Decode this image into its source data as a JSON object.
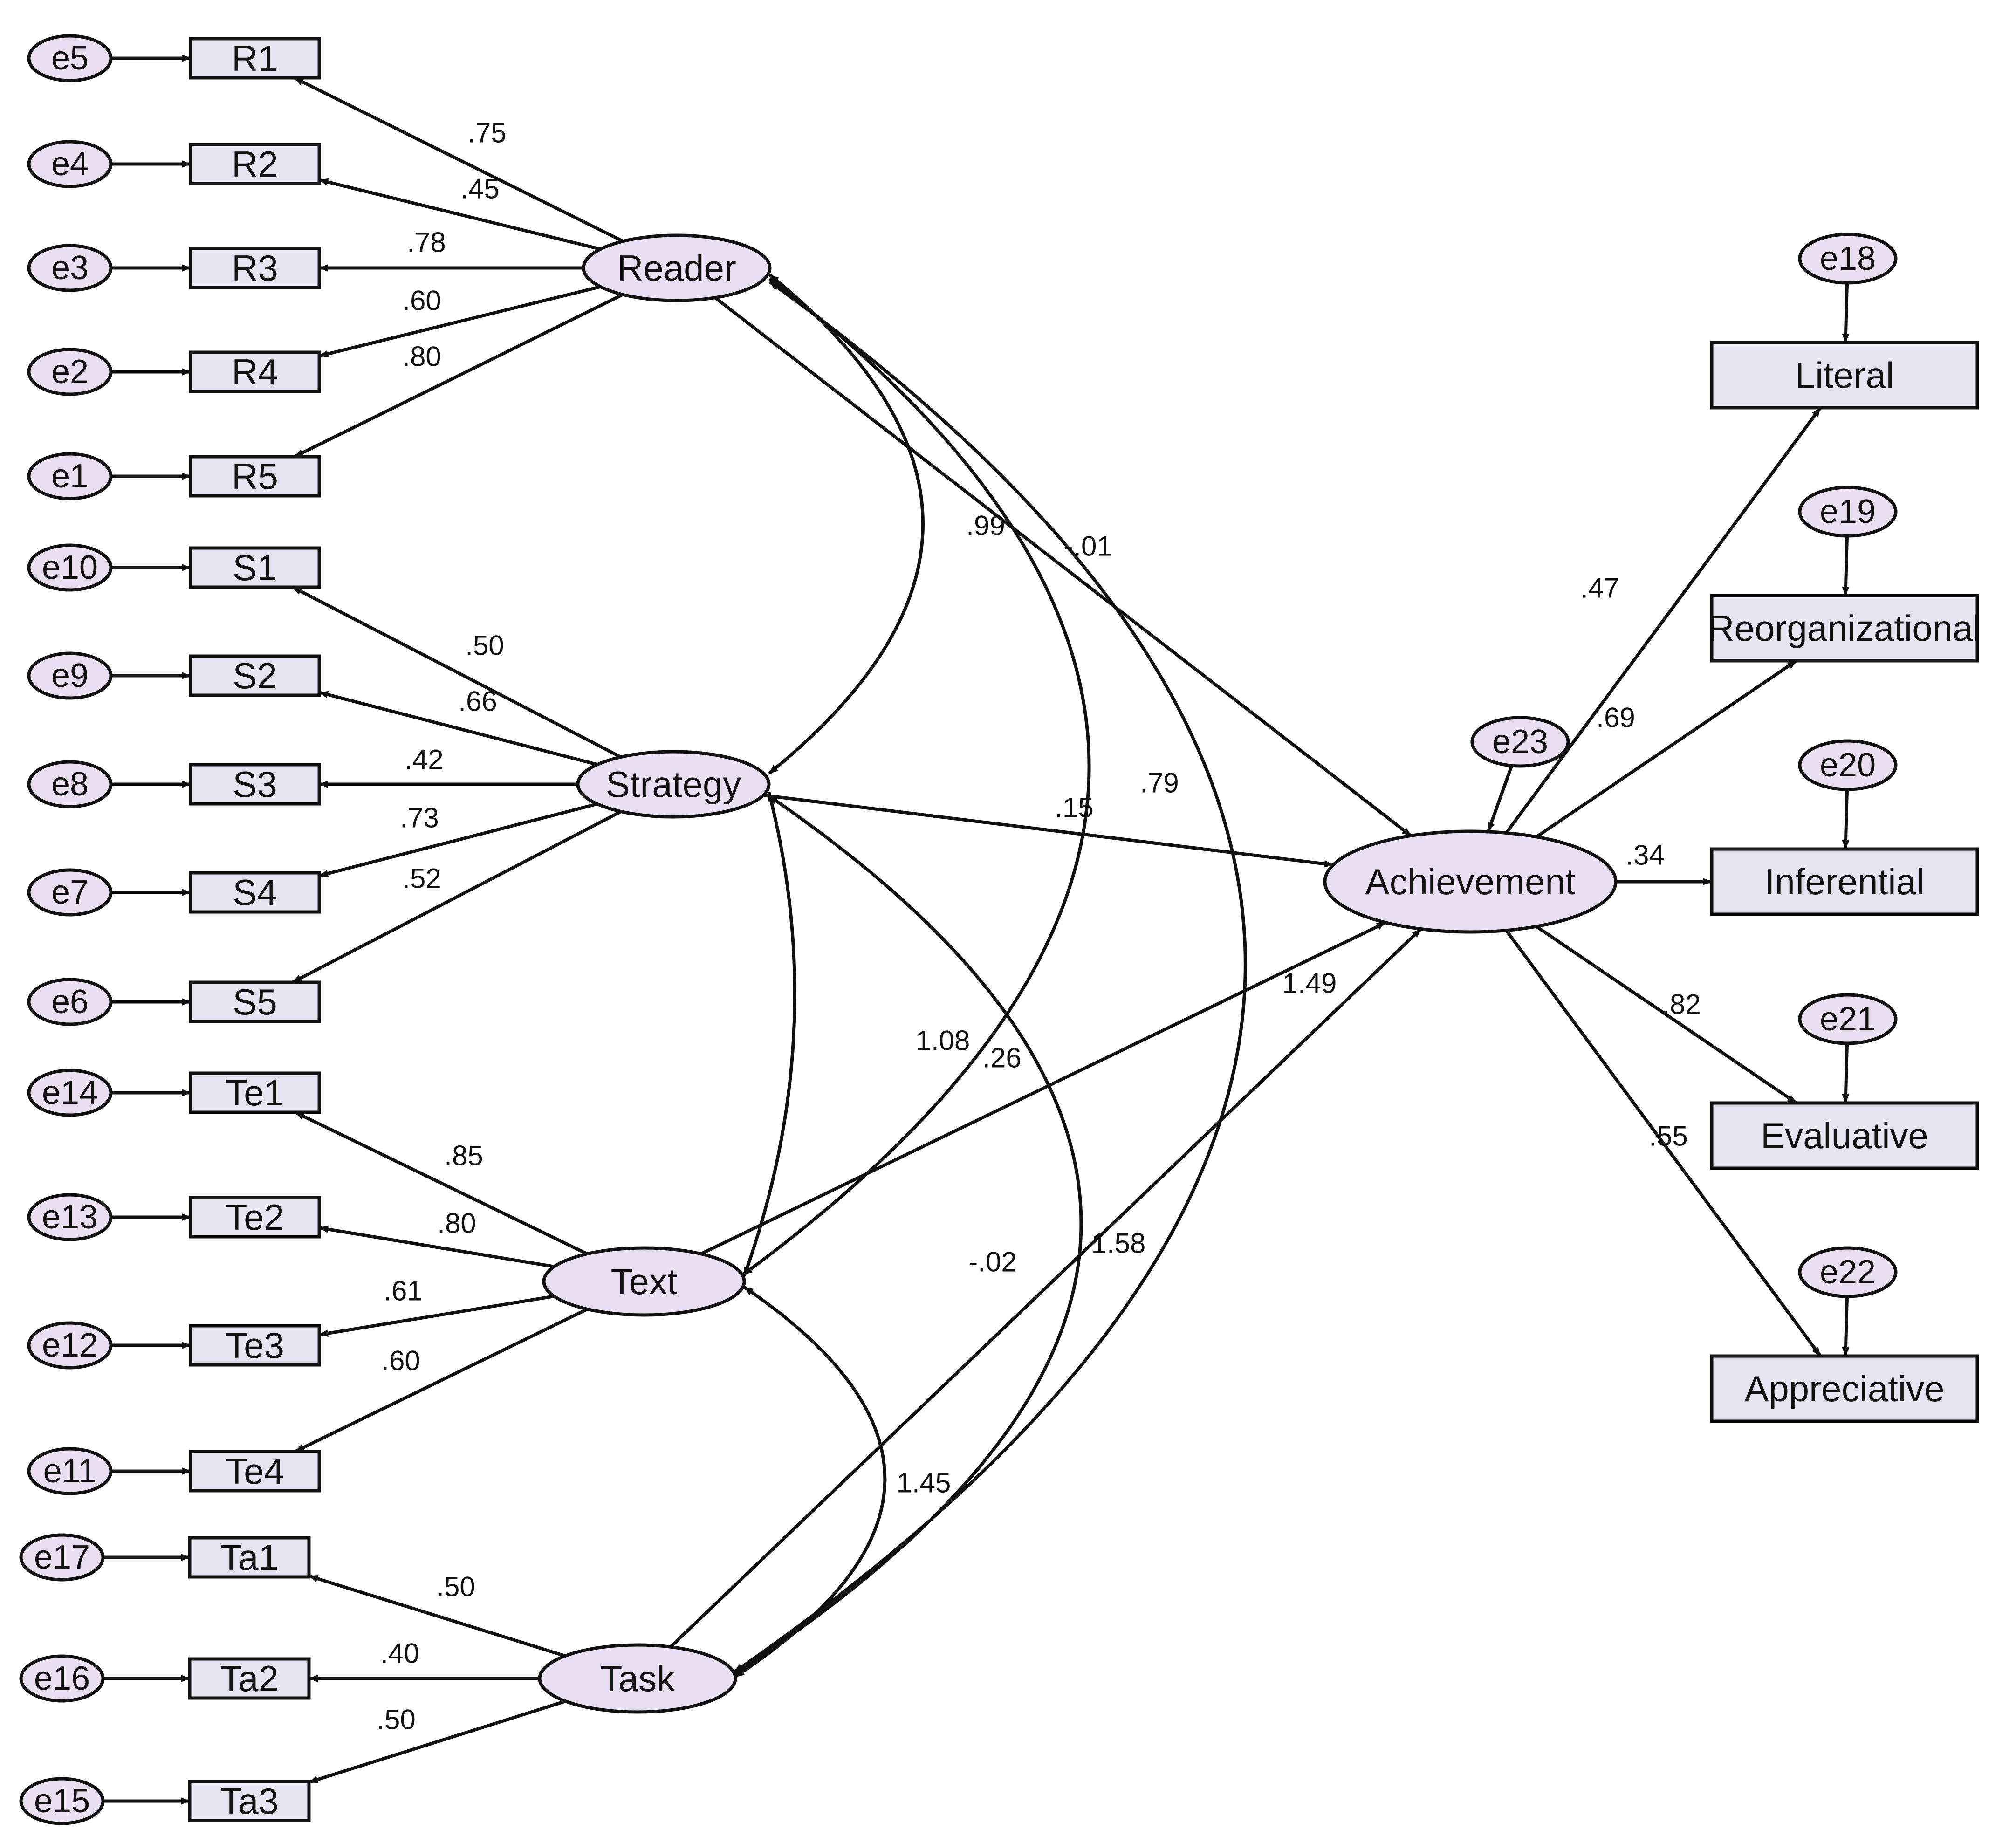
{
  "colors": {
    "latent_fill": "#e8e0f2",
    "observed_fill": "#e6e3f1",
    "error_fill": "#eadff0",
    "stroke": "#111111",
    "text": "#111111"
  },
  "latents": [
    {
      "id": "reader",
      "label": "Reader"
    },
    {
      "id": "strategy",
      "label": "Strategy"
    },
    {
      "id": "text",
      "label": "Text"
    },
    {
      "id": "task",
      "label": "Task"
    },
    {
      "id": "achievement",
      "label": "Achievement"
    }
  ],
  "indicators": [
    {
      "id": "R1",
      "label": "R1",
      "error": "e5",
      "factor": "reader",
      "loading": ".75"
    },
    {
      "id": "R2",
      "label": "R2",
      "error": "e4",
      "factor": "reader",
      "loading": ".45"
    },
    {
      "id": "R3",
      "label": "R3",
      "error": "e3",
      "factor": "reader",
      "loading": ".78"
    },
    {
      "id": "R4",
      "label": "R4",
      "error": "e2",
      "factor": "reader",
      "loading": ".60"
    },
    {
      "id": "R5",
      "label": "R5",
      "error": "e1",
      "factor": "reader",
      "loading": ".80"
    },
    {
      "id": "S1",
      "label": "S1",
      "error": "e10",
      "factor": "strategy",
      "loading": ".50"
    },
    {
      "id": "S2",
      "label": "S2",
      "error": "e9",
      "factor": "strategy",
      "loading": ".66"
    },
    {
      "id": "S3",
      "label": "S3",
      "error": "e8",
      "factor": "strategy",
      "loading": ".42"
    },
    {
      "id": "S4",
      "label": "S4",
      "error": "e7",
      "factor": "strategy",
      "loading": ".73"
    },
    {
      "id": "S5",
      "label": "S5",
      "error": "e6",
      "factor": "strategy",
      "loading": ".52"
    },
    {
      "id": "Te1",
      "label": "Te1",
      "error": "e14",
      "factor": "text",
      "loading": ".85"
    },
    {
      "id": "Te2",
      "label": "Te2",
      "error": "e13",
      "factor": "text",
      "loading": ".80"
    },
    {
      "id": "Te3",
      "label": "Te3",
      "error": "e12",
      "factor": "text",
      "loading": ".61"
    },
    {
      "id": "Te4",
      "label": "Te4",
      "error": "e11",
      "factor": "text",
      "loading": ".60"
    },
    {
      "id": "Ta1",
      "label": "Ta1",
      "error": "e17",
      "factor": "task",
      "loading": ".50"
    },
    {
      "id": "Ta2",
      "label": "Ta2",
      "error": "e16",
      "factor": "task",
      "loading": ".40"
    },
    {
      "id": "Ta3",
      "label": "Ta3",
      "error": "e15",
      "factor": "task",
      "loading": ".50"
    },
    {
      "id": "Literal",
      "label": "Literal",
      "error": "e18",
      "factor": "achievement",
      "loading": ".47"
    },
    {
      "id": "Reorganizational",
      "label": "Reorganizational",
      "error": "e19",
      "factor": "achievement",
      "loading": ".69"
    },
    {
      "id": "Inferential",
      "label": "Inferential",
      "error": "e20",
      "factor": "achievement",
      "loading": ".34"
    },
    {
      "id": "Evaluative",
      "label": "Evaluative",
      "error": "e21",
      "factor": "achievement",
      "loading": ".82"
    },
    {
      "id": "Appreciative",
      "label": "Appreciative",
      "error": "e22",
      "factor": "achievement",
      "loading": ".55"
    }
  ],
  "structural_error": "e23",
  "paths": [
    {
      "from": "reader",
      "to": "achievement",
      "value": ".99"
    },
    {
      "from": "strategy",
      "to": "achievement",
      "value": ".15"
    },
    {
      "from": "text",
      "to": "achievement",
      "value": "1.49"
    },
    {
      "from": "task",
      "to": "achievement",
      "value": "-.02"
    }
  ],
  "covariances": [
    {
      "a": "reader",
      "b": "strategy",
      "value": ".79"
    },
    {
      "a": "reader",
      "b": "text",
      "value": "-.01"
    },
    {
      "a": "reader",
      "b": "task",
      "value": "1.58"
    },
    {
      "a": "strategy",
      "b": "text",
      "value": "1.08"
    },
    {
      "a": "strategy",
      "b": "task",
      "value": ".26"
    },
    {
      "a": "text",
      "b": "task",
      "value": "1.45"
    }
  ]
}
